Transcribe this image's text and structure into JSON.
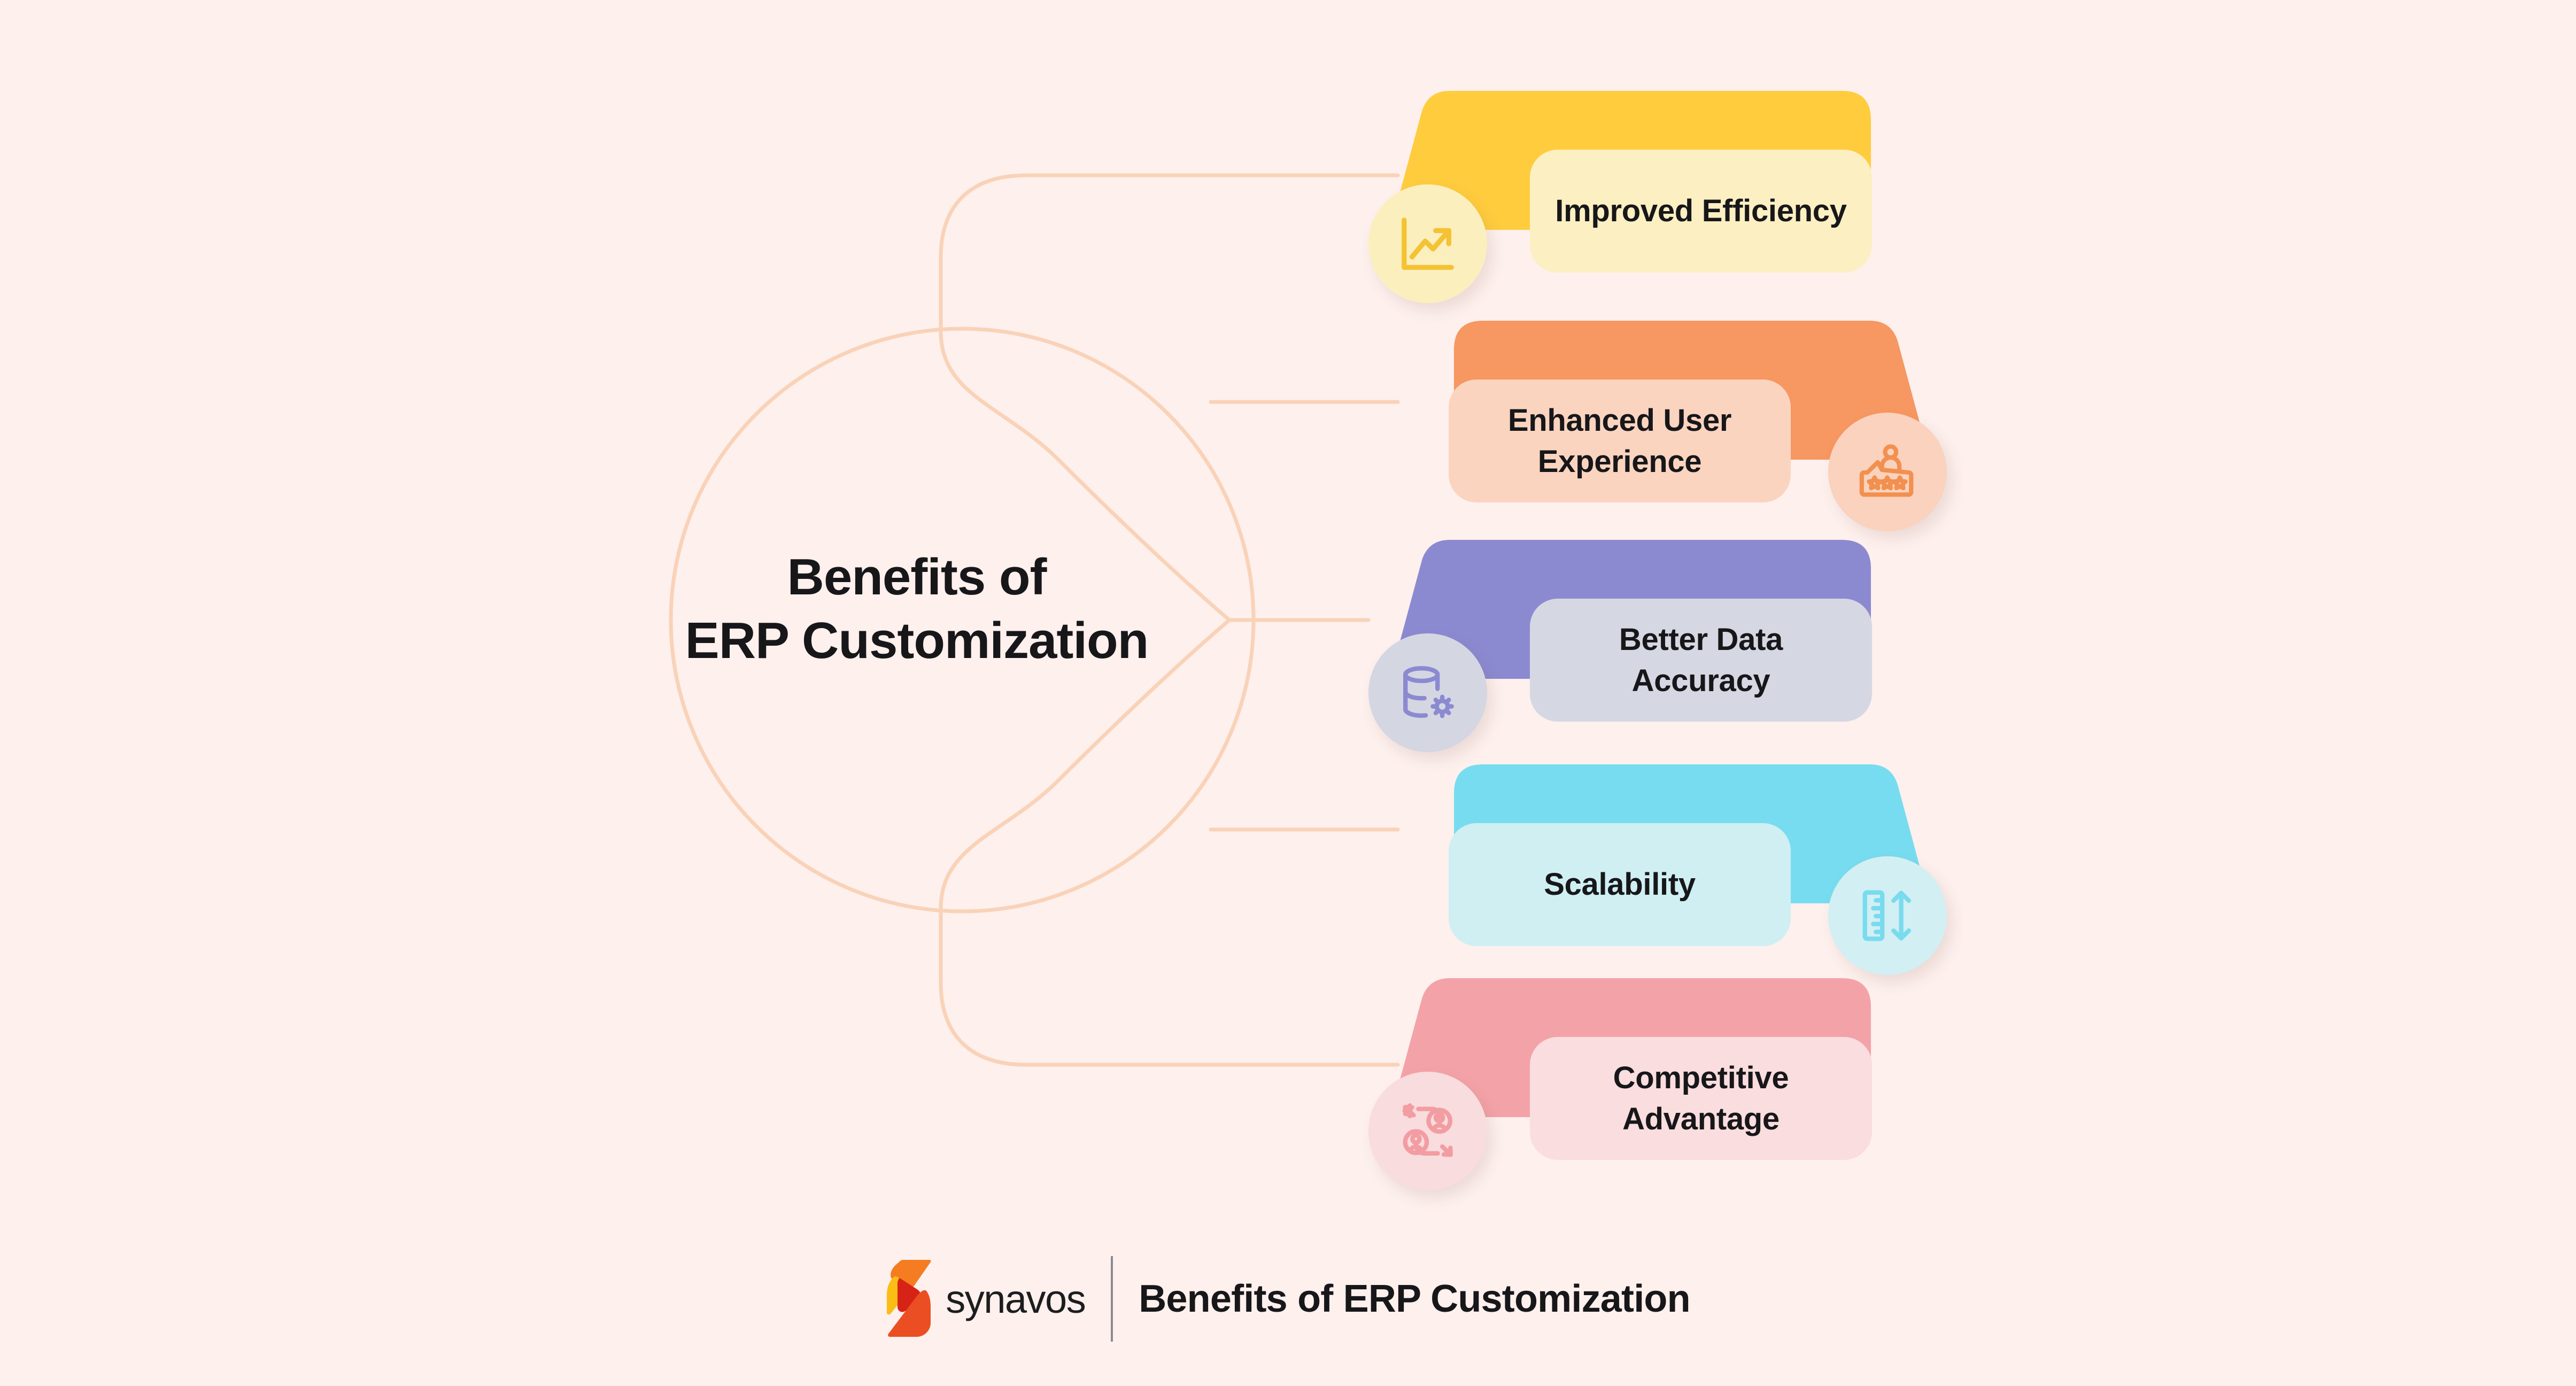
{
  "background_color": "#FDF0ED",
  "center": {
    "title_line1": "Benefits of",
    "title_line2": "ERP Customization",
    "circle_stroke": "#F8D3BB"
  },
  "connector": {
    "stroke": "#F9D2B8",
    "stroke_width": 7
  },
  "cards": [
    {
      "label": "Improved Efficiency",
      "icon": "trending-up-chart-icon",
      "side": "icon-left",
      "back_color": "#FFCC3E",
      "front_color": "#FCEFC2",
      "bubble_color": "#FBEFBE",
      "icon_color": "#F4C233"
    },
    {
      "label": "Enhanced User Experience",
      "icon": "user-rating-stars-icon",
      "side": "icon-right",
      "back_color": "#F79761",
      "front_color": "#FBD4C0",
      "bubble_color": "#FAD2BD",
      "icon_color": "#F2904F"
    },
    {
      "label": "Better Data Accuracy",
      "icon": "database-gear-icon",
      "side": "icon-left",
      "back_color": "#8B8AD1",
      "front_color": "#D5D7E2",
      "bubble_color": "#D4D6E2",
      "icon_color": "#8B8AD1"
    },
    {
      "label": "Scalability",
      "icon": "ruler-resize-arrow-icon",
      "side": "icon-right",
      "back_color": "#78DCF0",
      "front_color": "#CFEFF3",
      "bubble_color": "#D2EFF3",
      "icon_color": "#79DBEE"
    },
    {
      "label": "Competitive Advantage",
      "icon": "users-exchange-arrows-icon",
      "side": "icon-left",
      "back_color": "#F3A3A8",
      "front_color": "#FADDDE",
      "bubble_color": "#F9DCDD",
      "icon_color": "#F29DA2"
    }
  ],
  "footer": {
    "brand": "synavos",
    "title": "Benefits of ERP Customization",
    "logo_colors": {
      "orange": "#F57C21",
      "yellow": "#FBBC16",
      "red": "#D72316",
      "deep_orange": "#EB4E22"
    },
    "divider_color": "#8b8b90"
  }
}
